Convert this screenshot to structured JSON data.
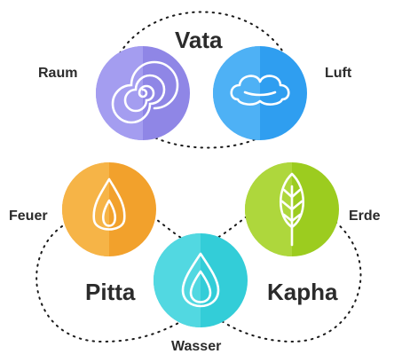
{
  "groups": {
    "vata": "Vata",
    "pitta": "Pitta",
    "kapha": "Kapha"
  },
  "elements": {
    "raum": "Raum",
    "luft": "Luft",
    "feuer": "Feuer",
    "erde": "Erde",
    "wasser": "Wasser"
  },
  "colors": {
    "raum": "#8f86e6",
    "luft": "#2f9ef0",
    "feuer": "#f2a12c",
    "erde": "#9ccc1f",
    "wasser": "#33cdd8",
    "dots": "#1a1a1a",
    "text": "#2b2b2b"
  },
  "icons": {
    "raum": "spiral-icon",
    "luft": "cloud-icon",
    "feuer": "flame-icon",
    "erde": "leaf-icon",
    "wasser": "water-drop-icon"
  }
}
